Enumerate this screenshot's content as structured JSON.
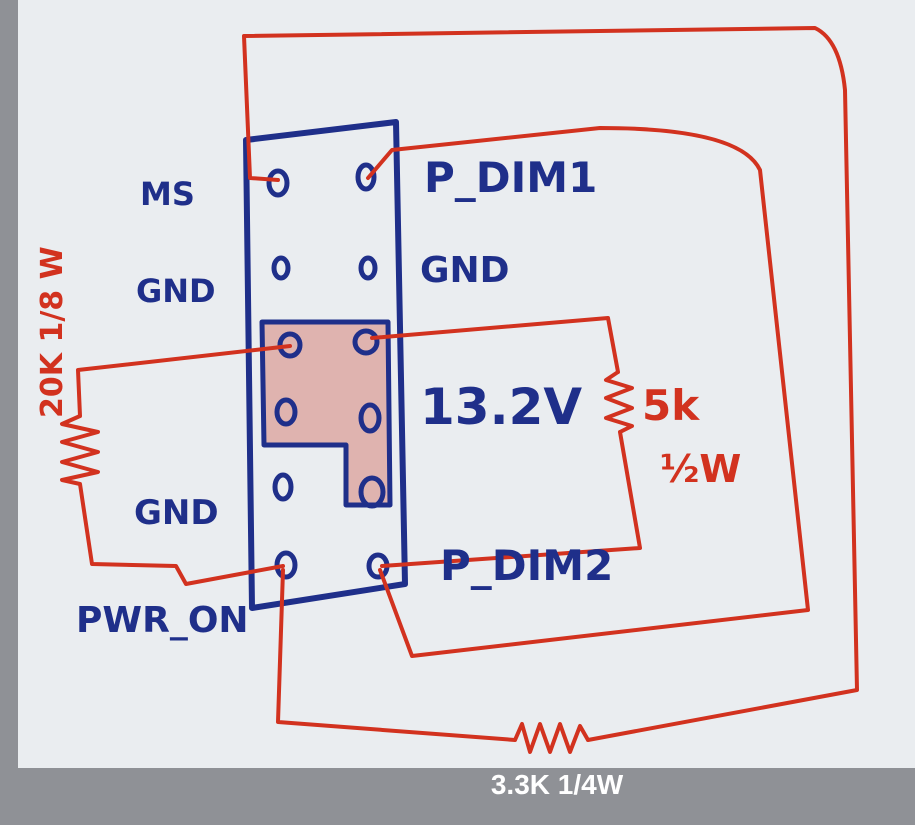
{
  "diagram": {
    "pins": {
      "ms": "MS",
      "gnd_left_top": "GND",
      "gnd_left_bottom": "GND",
      "pwr_on": "PWR_ON",
      "p_dim1": "P_DIM1",
      "gnd_right": "GND",
      "v13_2": "13.2V",
      "p_dim2": "P_DIM2"
    },
    "resistors": {
      "left": {
        "value": "20K 1/8 W"
      },
      "right": {
        "value": "5k",
        "power": "½W"
      },
      "bottom": {
        "value": "3.3K 1/4W"
      }
    },
    "colors": {
      "connector": "#1f2f8a",
      "wire": "#d2321f",
      "highlight": "#dfb3af",
      "board": "#e9ecef"
    }
  }
}
